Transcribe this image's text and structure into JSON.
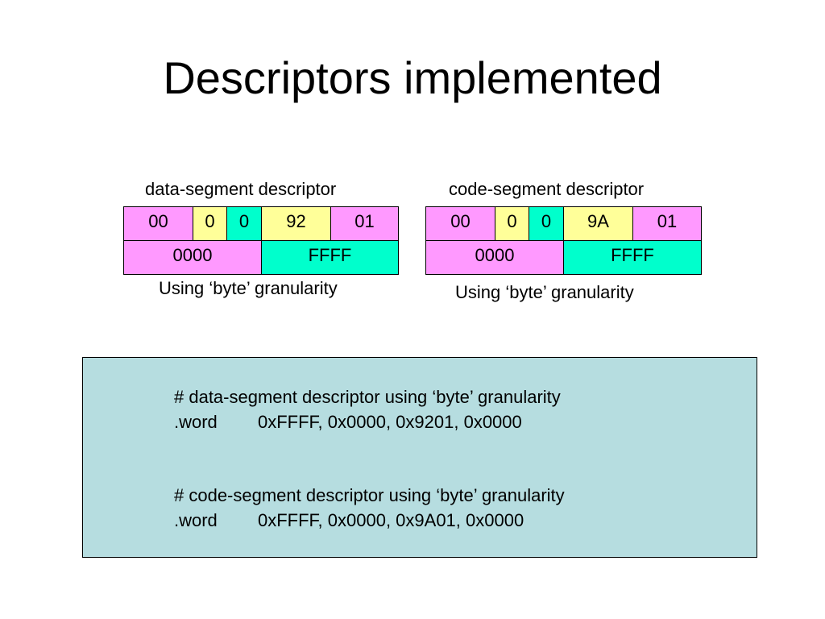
{
  "slide": {
    "title": "Descriptors implemented"
  },
  "colors": {
    "pink": "#ff99ff",
    "yellow": "#ffff99",
    "teal": "#00ffcc",
    "note_bg": "#b6dde0",
    "border": "#000000"
  },
  "data_descriptor": {
    "label": "data-segment descriptor",
    "top_row": [
      "00",
      "0",
      "0",
      "92",
      "01"
    ],
    "bottom_row": [
      "0000",
      "FFFF"
    ],
    "note": "Using ‘byte’ granularity"
  },
  "code_descriptor": {
    "label": "code-segment descriptor",
    "top_row": [
      "00",
      "0",
      "0",
      "9A",
      "01"
    ],
    "bottom_row": [
      "0000",
      "FFFF"
    ],
    "note": "Using ‘byte’ granularity"
  },
  "code_box": {
    "data_comment": "# data-segment descriptor using ‘byte’ granularity",
    "data_directive": ".word",
    "data_values": "0xFFFF, 0x0000, 0x9201, 0x0000",
    "code_comment": "# code-segment descriptor using ‘byte’ granularity",
    "code_directive": ".word",
    "code_values": "0xFFFF, 0x0000, 0x9A01, 0x0000"
  }
}
